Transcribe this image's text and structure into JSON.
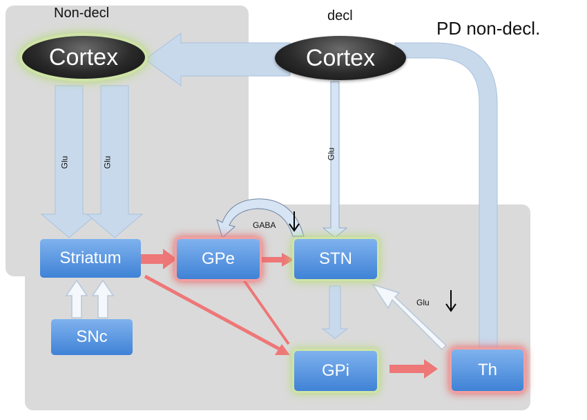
{
  "title": "PD non-decl.",
  "regions": {
    "non_declarative": "Non-decl",
    "declarative": "decl"
  },
  "nodes": {
    "cortex_nondecl": "Cortex",
    "cortex_decl": "Cortex",
    "striatum": "Striatum",
    "snc": "SNc",
    "gpe": "GPe",
    "stn": "STN",
    "gpi": "GPi",
    "th": "Th"
  },
  "edge_labels": {
    "glu_left_1": "Glu",
    "glu_left_2": "Glu",
    "glu_stn": "Glu",
    "gaba": "GABA",
    "glu_th_stn": "Glu"
  },
  "colors": {
    "glutamatergic": "#c8d9ec",
    "gabaergic": "#ee7777",
    "dopaminergic": "#c8d9ec",
    "node_fill": "#4f8fe0",
    "panel": "#dadada",
    "highlight_green": "#b7d97a",
    "highlight_red": "#e96c6c"
  }
}
